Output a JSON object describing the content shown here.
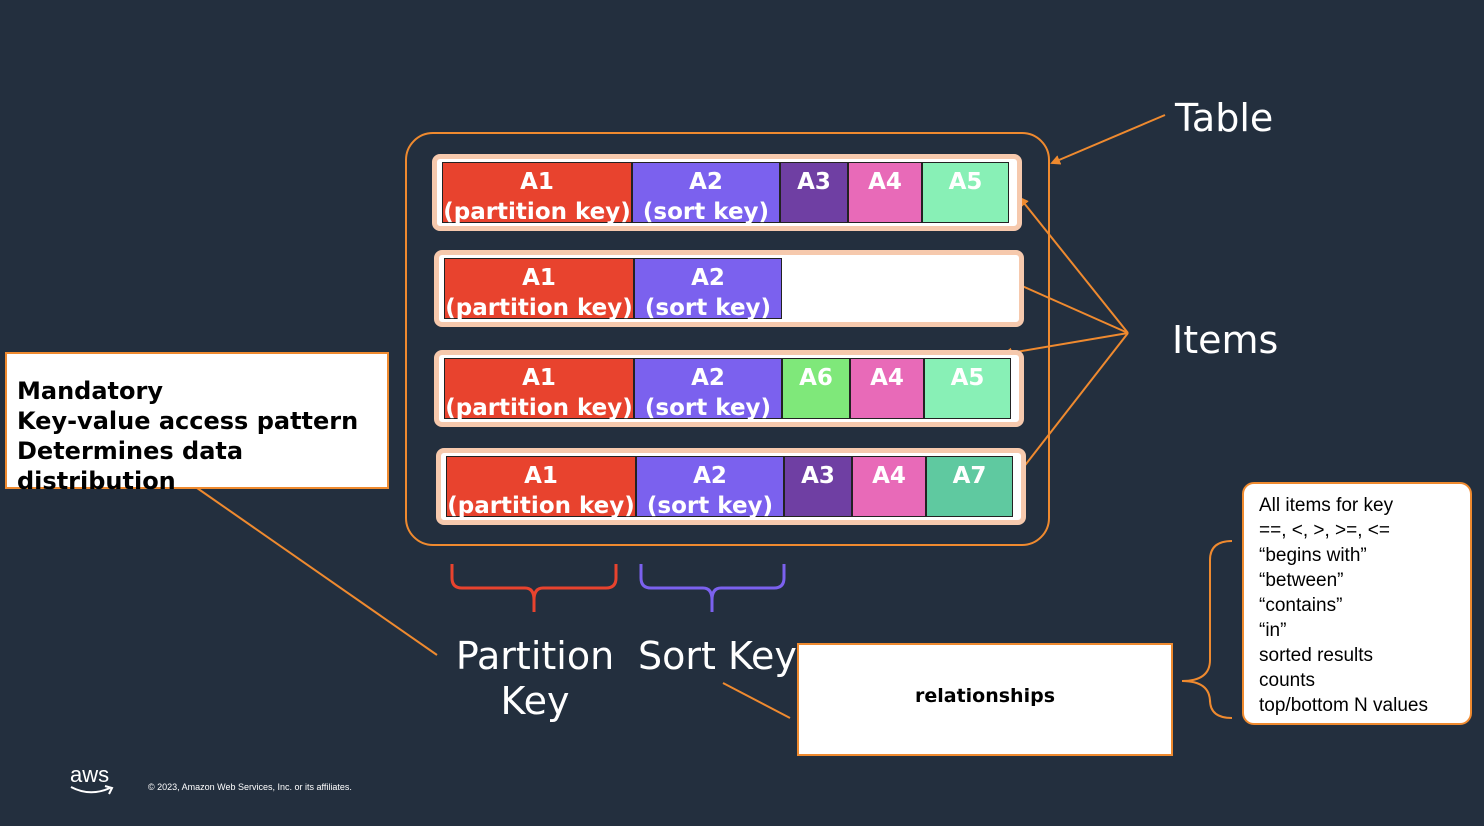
{
  "labels": {
    "table": "Table",
    "items": "Items",
    "partition_key": [
      "Partition",
      "Key"
    ],
    "sort_key": "Sort Key",
    "relationships": "relationships"
  },
  "mandatory_box": [
    "Mandatory",
    "Key-value access pattern",
    "Determines data distribution"
  ],
  "operations_box": [
    "All items for key",
    "==, <, >, >=, <=",
    "“begins with”",
    "“between”",
    "“contains”",
    "“in”",
    "sorted results",
    "counts",
    "top/bottom N values"
  ],
  "items": [
    {
      "cells": [
        {
          "name": "A1",
          "sub": "(partition key)",
          "color": "#e8432e"
        },
        {
          "name": "A2",
          "sub": "(sort key)",
          "color": "#7b61ee"
        },
        {
          "name": "A3",
          "sub": "",
          "color": "#6f3fa3"
        },
        {
          "name": "A4",
          "sub": "",
          "color": "#e86ab8"
        },
        {
          "name": "A5",
          "sub": "",
          "color": "#88f0b6"
        }
      ]
    },
    {
      "cells": [
        {
          "name": "A1",
          "sub": "(partition key)",
          "color": "#e8432e"
        },
        {
          "name": "A2",
          "sub": "(sort key)",
          "color": "#7b61ee"
        }
      ]
    },
    {
      "cells": [
        {
          "name": "A1",
          "sub": "(partition key)",
          "color": "#e8432e"
        },
        {
          "name": "A2",
          "sub": "(sort key)",
          "color": "#7b61ee"
        },
        {
          "name": "A6",
          "sub": "",
          "color": "#7fe87a"
        },
        {
          "name": "A4",
          "sub": "",
          "color": "#e86ab8"
        },
        {
          "name": "A5",
          "sub": "",
          "color": "#88f0b6"
        }
      ]
    },
    {
      "cells": [
        {
          "name": "A1",
          "sub": "(partition key)",
          "color": "#e8432e"
        },
        {
          "name": "A2",
          "sub": "(sort key)",
          "color": "#7b61ee"
        },
        {
          "name": "A3",
          "sub": "",
          "color": "#6f3fa3"
        },
        {
          "name": "A4",
          "sub": "",
          "color": "#e86ab8"
        },
        {
          "name": "A7",
          "sub": "",
          "color": "#5fc9a0"
        }
      ]
    }
  ],
  "footer": {
    "logo": "aws",
    "copyright": "© 2023, Amazon Web Services, Inc. or its affiliates."
  },
  "colors": {
    "background": "#232f3e",
    "accent": "#ef8a2f",
    "partition_brace": "#e8432e",
    "sort_brace": "#7b61ee"
  }
}
